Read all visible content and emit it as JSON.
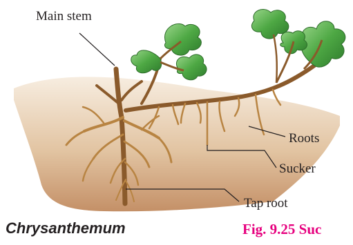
{
  "labels": {
    "main_stem": "Main stem",
    "roots": "Roots",
    "sucker": "Sucker",
    "tap_root": "Tap root"
  },
  "caption": {
    "species": "Chrysanthemum",
    "figure": "Fig. 9.25 Suc"
  },
  "colors": {
    "soil_light": "#f6ead9",
    "soil_dark": "#c9a07a",
    "stem": "#8a5a2b",
    "root": "#b88442",
    "leaf": "#3f8f3a",
    "leaf_light": "#8fd07c",
    "figure_caption": "#e6007e",
    "text": "#231f20"
  }
}
